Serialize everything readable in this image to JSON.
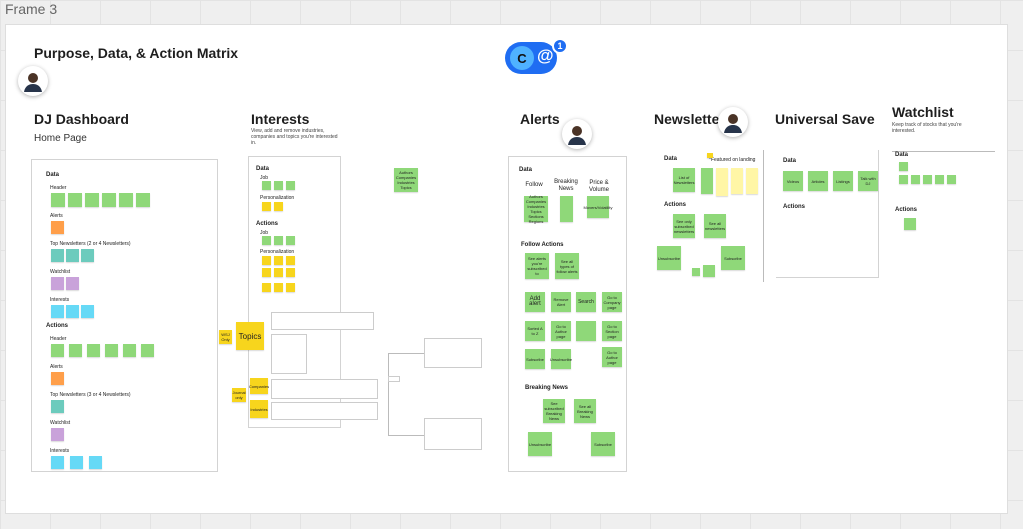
{
  "frame": {
    "label": "Frame 3"
  },
  "board": {
    "title": "Purpose, Data, & Action Matrix"
  },
  "collab": {
    "initial": "C",
    "count": "1"
  },
  "dashboard": {
    "title": "DJ Dashboard",
    "subtitle": "Home Page",
    "data_label": "Data",
    "actions_label": "Actions",
    "rows": {
      "header": "Header",
      "alerts": "Alerts",
      "newsletters": "Top Newsletters (2 or 4 Newsletters)",
      "watchlist": "Watchlist",
      "interests": "Interests"
    },
    "action_rows": {
      "header": "Header",
      "alerts": "Alerts",
      "newsletters": "Top Newsletters (3 or 4 Newsletters)",
      "watchlist": "Watchlist",
      "interests": "Interests"
    }
  },
  "interests": {
    "title": "Interests",
    "description": "View, add and remove industries, companies and topics you're interested in.",
    "data_label": "Data",
    "job_label": "Job",
    "personalization_label": "Personalization",
    "actions_label": "Actions",
    "actions_job_label": "Job",
    "actions_personalization_label": "Personalization",
    "topics_note": "Topics",
    "wsj_note": "WSJ Only",
    "side_note": "Authors Companies Industries Topics",
    "companies_note": "Companies",
    "industries_note": "Industries",
    "journal_note": "Journal only"
  },
  "alerts": {
    "title": "Alerts",
    "data_label": "Data",
    "columns": [
      "Follow",
      "Breaking News",
      "Price & Volume"
    ],
    "follow_note": "Authors Companies Industries Topics Sections Regions",
    "price_note": "Movers/Volatility",
    "follow_actions_label": "Follow Actions",
    "follow_actions": [
      "See alerts you're subscribed to",
      "See all types of follow alerts"
    ],
    "more_actions": [
      "Add alert",
      "Remove Alert",
      "Search",
      "Go to Company page",
      "Sorted A to Z",
      "Go to Author page",
      "Go to Section page",
      "Subscribe",
      "Unsubscribe",
      "Go to Author page"
    ],
    "breaking_label": "Breaking News",
    "breaking_actions": [
      "See subscribed Breaking News",
      "See all Breaking News",
      "Unsubscribe",
      "Subscribe"
    ]
  },
  "newsletters": {
    "title": "Newsletters",
    "data_label": "Data",
    "featured_label": "*Featured on landing",
    "data_note": "List of Newsletters",
    "actions_label": "Actions",
    "actions": [
      "See only subscribed newsletters",
      "See all newsletters",
      "Unsubscribe",
      "Subscribe"
    ]
  },
  "save": {
    "title": "Universal Save",
    "data_label": "Data",
    "items": [
      "Videos",
      "Articles",
      "Listings",
      "Talk with DJ"
    ],
    "actions_label": "Actions"
  },
  "watchlist": {
    "title": "Watchlist",
    "description": "Keep track of stocks that you're interested.",
    "data_label": "Data",
    "actions_label": "Actions"
  },
  "colors": {
    "green": "#8fd879",
    "orange": "#ff9f4a",
    "teal": "#6ccbbd",
    "purple": "#c9a2da",
    "blue": "#66d9f6",
    "yellow": "#f7d51d",
    "collab": "#1f6df2"
  }
}
